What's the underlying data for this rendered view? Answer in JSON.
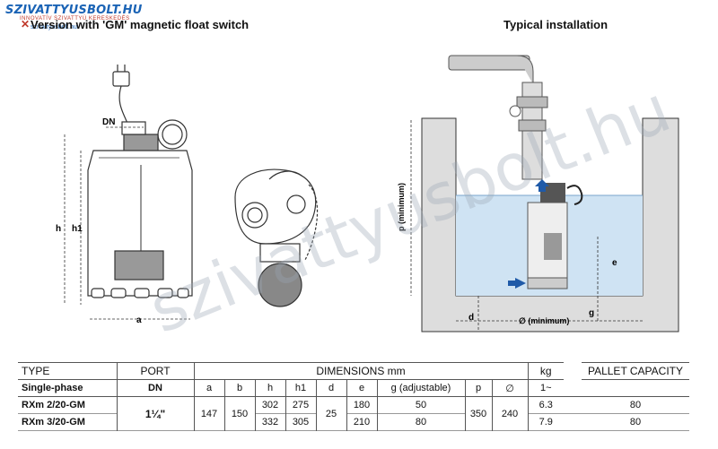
{
  "logo": {
    "brand": "SZIVATTYUSBOLT.HU",
    "subtitle": "INNOVATÍV SZIVATTYÚ KERESKEDÉS",
    "url": "szivattyusbolt.hu"
  },
  "watermark": "szivattyusbolt.hu",
  "titles": {
    "left": "Version with 'GM' magnetic float switch",
    "right": "Typical installation"
  },
  "diagram_labels": {
    "dn": "DN",
    "h": "h",
    "h1": "h1",
    "a": "a",
    "p": "p (minimum)",
    "e": "e",
    "d": "d",
    "g": "g",
    "min": "∅ (minimum)"
  },
  "table": {
    "header": {
      "type": "TYPE",
      "port": "PORT",
      "dimensions": "DIMENSIONS mm",
      "kg": "kg",
      "pallet": "PALLET CAPACITY"
    },
    "subheader": {
      "phase": "Single-phase",
      "dn": "DN",
      "cols": [
        "a",
        "b",
        "h",
        "h1",
        "d",
        "e",
        "g (adjustable)",
        "p",
        "∅"
      ],
      "kg": "1~"
    },
    "rows": [
      {
        "type": "RXm 2/20-GM",
        "a": "147",
        "b": "150",
        "h": "302",
        "h1": "275",
        "e": "180",
        "g": "50",
        "kg": "6.3",
        "pallet": "80"
      },
      {
        "type": "RXm 3/20-GM",
        "a": "",
        "b": "",
        "h": "332",
        "h1": "305",
        "e": "210",
        "g": "80",
        "kg": "7.9",
        "pallet": "80"
      }
    ],
    "shared": {
      "port": "1¼\"",
      "d": "25",
      "p": "350",
      "dia": "240"
    }
  }
}
